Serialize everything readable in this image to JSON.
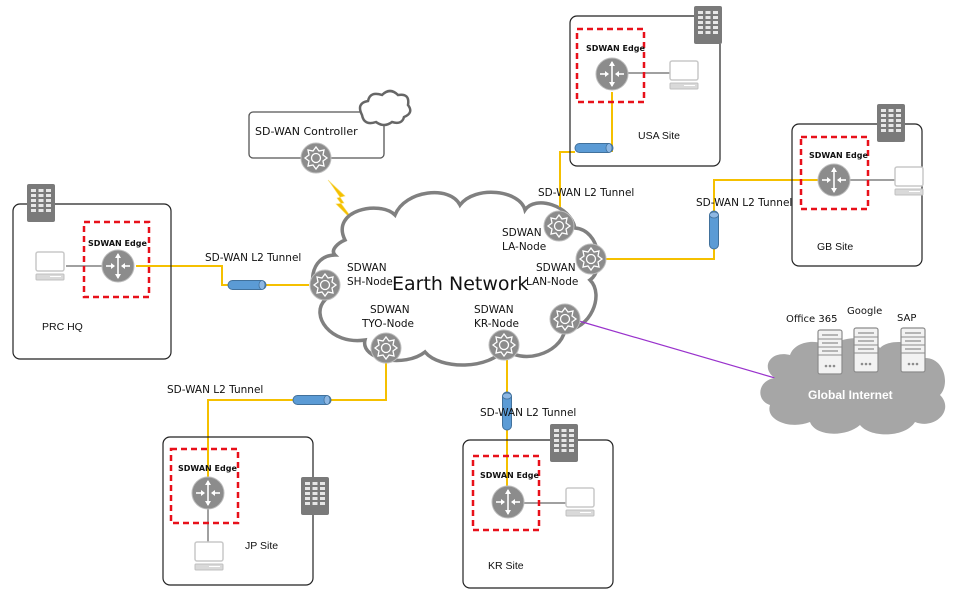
{
  "diagram": {
    "title": "Earth Network",
    "controller": {
      "label": "SD-WAN Controller"
    },
    "tunnel_label": "SD-WAN  L2 Tunnel",
    "edge_label": "SDWAN Edge",
    "colors": {
      "tunnel_line": "#f5c000",
      "tunnel_pipe": "#5b9bd5",
      "edge_box": "#e8101a",
      "node_gray": "#8c8c8c",
      "internet_link": "#9932cc",
      "internet_cloud": "#a6a6a6",
      "lightning": "#f5c000"
    },
    "nodes": {
      "sh": {
        "line1": "SDWAN",
        "line2": "SH-Node"
      },
      "la": {
        "line1": "SDWAN",
        "line2": "LA-Node"
      },
      "lan": {
        "line1": "SDWAN",
        "line2": "LAN-Node"
      },
      "tyo": {
        "line1": "SDWAN",
        "line2": "TYO-Node"
      },
      "kr": {
        "line1": "SDWAN",
        "line2": "KR-Node"
      }
    },
    "sites": {
      "prc": {
        "label": "PRC  HQ"
      },
      "usa": {
        "label": "USA Site"
      },
      "gb": {
        "label": "GB Site"
      },
      "jp": {
        "label": "JP Site"
      },
      "kr": {
        "label": "KR Site"
      }
    },
    "tunnels": {
      "prc": "SD-WAN  L2 Tunnel",
      "usa": "SD-WAN  L2 Tunnel",
      "gb": "SD-WAN  L2 Tunnel",
      "jp": "SD-WAN  L2 Tunnel",
      "kr": "SD-WAN  L2 Tunnel"
    },
    "internet": {
      "label": "Global Internet",
      "services": [
        "Office 365",
        "Google",
        "SAP"
      ]
    }
  }
}
